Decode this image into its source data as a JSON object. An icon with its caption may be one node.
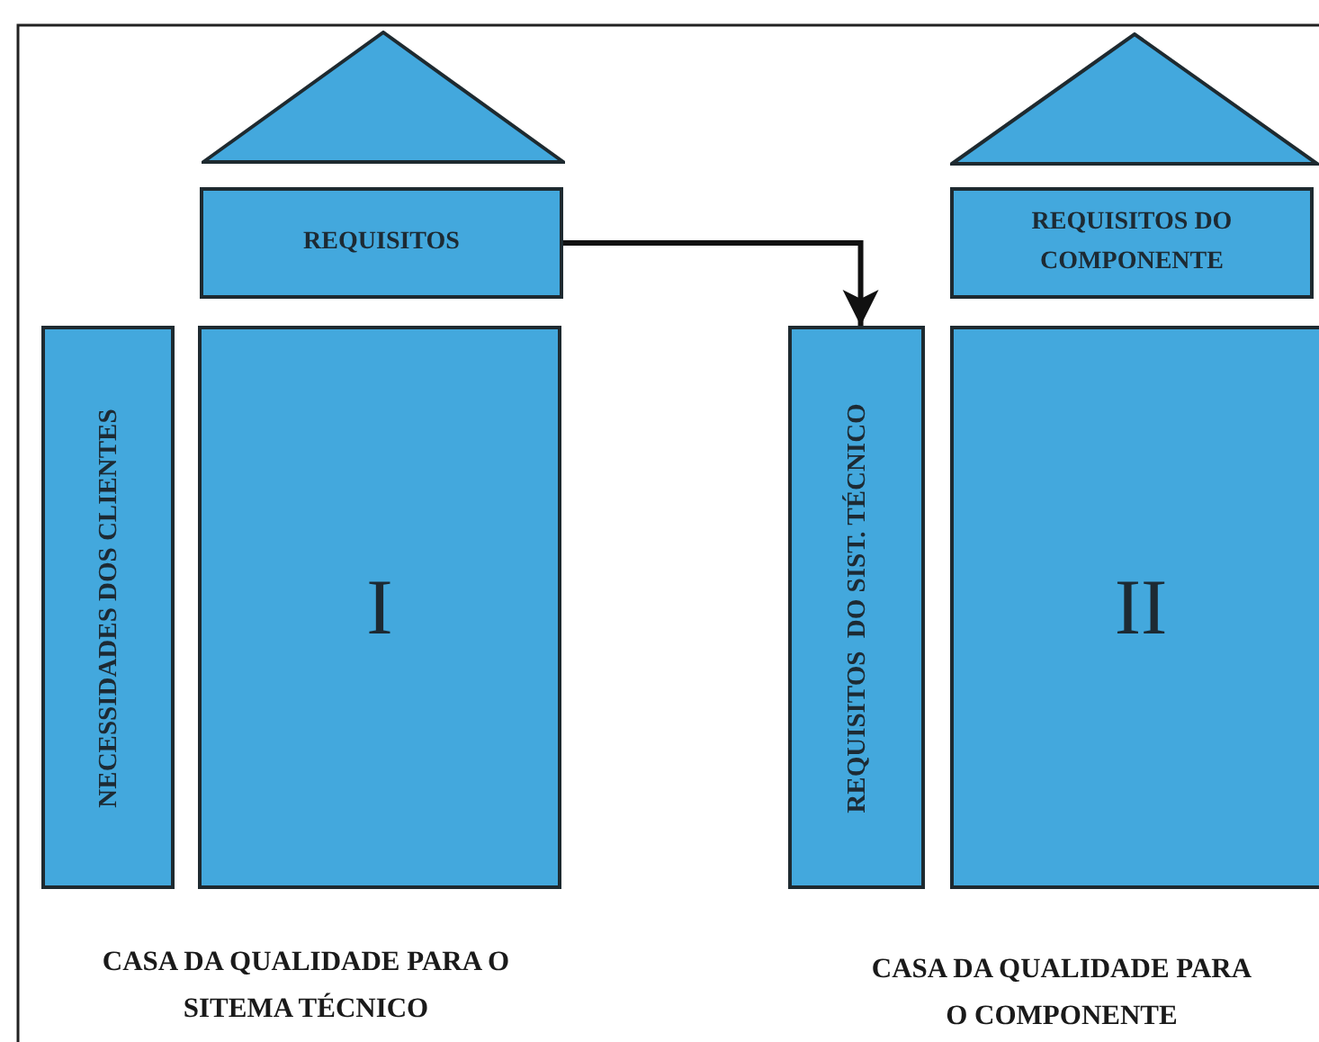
{
  "diagram": {
    "nodes": [
      {
        "text": [],
        "shape": "triangle"
      },
      {
        "text": [
          "REQUISITOS"
        ]
      },
      {
        "text": [
          "NECESSIDADES DOS CLIENTES"
        ]
      },
      {
        "text": [
          "I"
        ]
      },
      {
        "text": [],
        "shape": "triangle"
      },
      {
        "text": [
          "REQUISITOS DO COMPONENTE"
        ]
      },
      {
        "text": [
          "REQUISITOS  DO SIST. TÉCNICO"
        ]
      },
      {
        "text": [
          "II"
        ]
      }
    ],
    "edges": [
      {
        "from": 1,
        "to": 6,
        "arrow": "to"
      }
    ],
    "labels": [
      "CASA DA QUALIDADE PARA O SITEMA TÉCNICO",
      "CASA DA QUALIDADE PARA O COMPONENTE"
    ]
  }
}
